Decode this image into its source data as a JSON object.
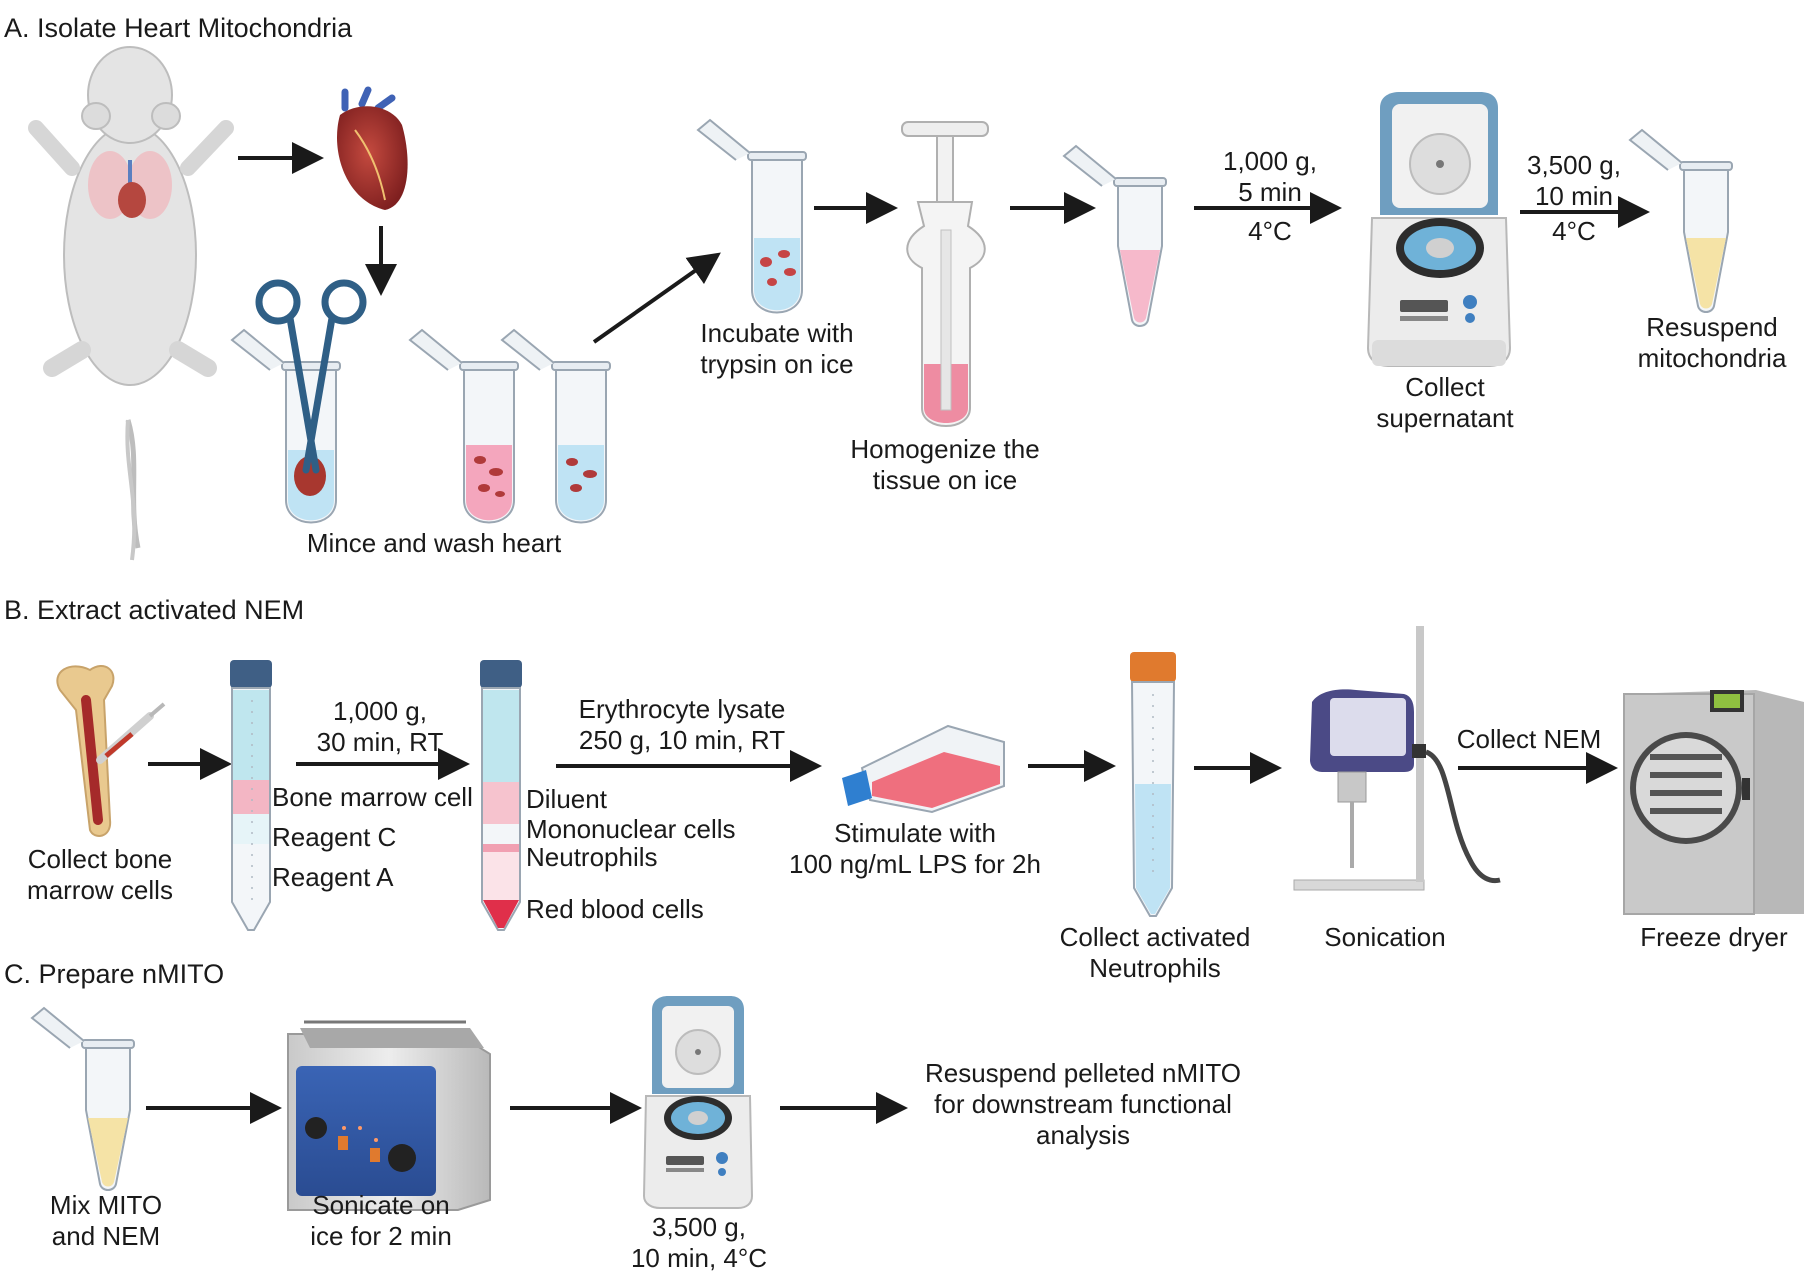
{
  "sections": {
    "a": "A. Isolate Heart Mitochondria",
    "b": "B. Extract activated NEM",
    "c": "C. Prepare nMITO"
  },
  "section_a": {
    "mince": "Mince and wash heart",
    "incubate": "Incubate with\ntrypsin on ice",
    "homogenize": "Homogenize the\ntissue on ice",
    "spin1_condition": "1,000 g,\n5 min",
    "spin1_temp": "4°C",
    "collect_supernatant": "Collect\nsupernatant",
    "spin2_condition": "3,500 g,\n10 min",
    "spin2_temp": "4°C",
    "resuspend": "Resuspend\nmitochondria"
  },
  "section_b": {
    "collect_bone_marrow": "Collect bone\nmarrow cells",
    "spin_condition": "1,000 g,\n30 min, RT",
    "layers_left": [
      "Bone marrow cell",
      "Reagent C",
      "Reagent A"
    ],
    "layers_right": [
      "Diluent",
      "Mononuclear cells",
      "Neutrophils",
      "Red blood cells"
    ],
    "lysate": "Erythrocyte lysate\n250 g, 10 min, RT",
    "stimulate": "Stimulate with\n100 ng/mL LPS for 2h",
    "collect_neutrophils": "Collect activated\nNeutrophils",
    "sonication": "Sonication",
    "collect_nem": "Collect NEM",
    "freeze_dryer": "Freeze dryer"
  },
  "section_c": {
    "mix": "Mix MITO\nand NEM",
    "sonicate": "Sonicate on\nice for 2 min",
    "spin": "3,500 g,\n10 min, 4°C",
    "resuspend": "Resuspend pelleted nMITO\nfor downstream functional\nanalysis"
  },
  "colors": {
    "arrow": "#1a1a1a",
    "buffer_blue": "#a8d8f0",
    "tissue_red": "#b03a3a",
    "pink_liquid": "#f4b6c6",
    "yellow_supernatant": "#f5e3a6",
    "centrifuge_lid": "#6f9ec0",
    "sonicator_purple": "#4b4a86",
    "tube_cap_orange": "#e07a2e",
    "tube_cap_navy": "#3f5f85"
  }
}
